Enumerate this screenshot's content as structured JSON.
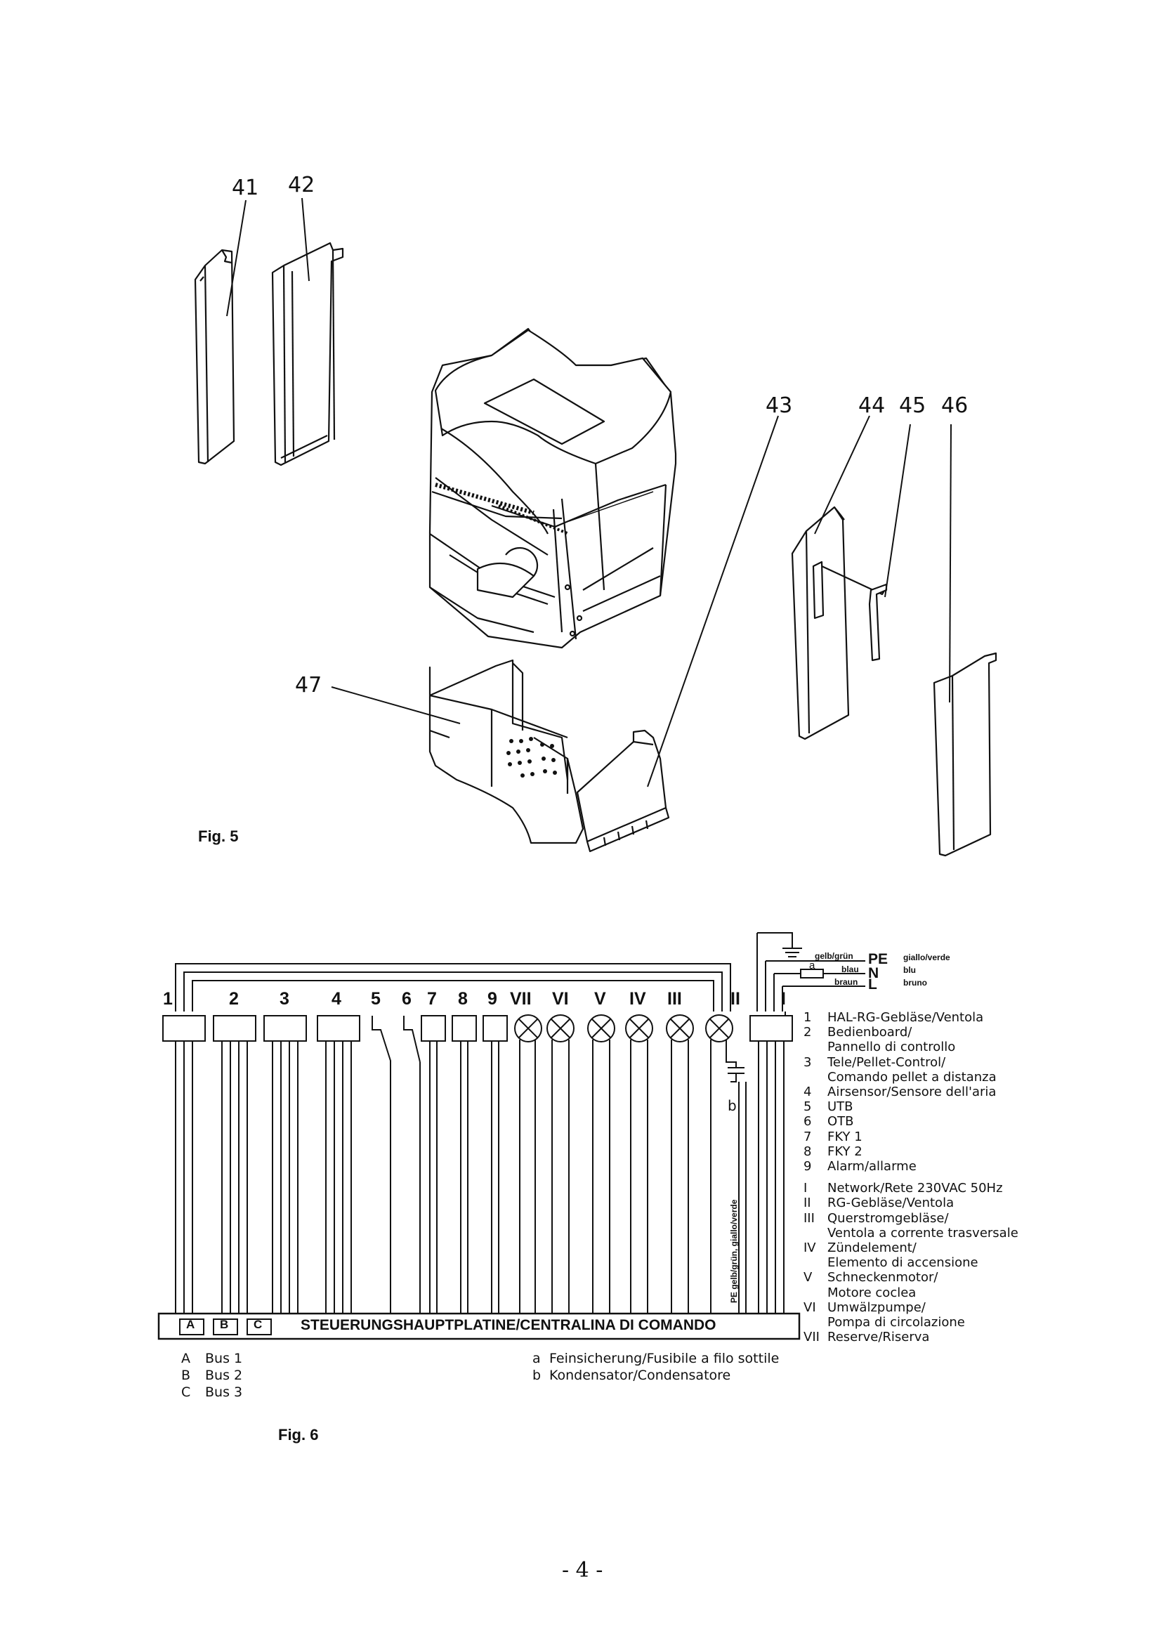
{
  "fig5": {
    "label": "Fig. 5",
    "callouts": [
      "41",
      "42",
      "43",
      "44",
      "45",
      "46",
      "47"
    ]
  },
  "fig6": {
    "label": "Fig. 6",
    "terminals": [
      "1",
      "2",
      "3",
      "4",
      "5",
      "6",
      "7",
      "8",
      "9",
      "VII",
      "VI",
      "V",
      "IV",
      "III",
      "II",
      "I"
    ],
    "power": {
      "pe": {
        "de": "gelb/grün",
        "code": "PE",
        "it": "giallo/verde"
      },
      "n": {
        "de": "blau",
        "code": "N",
        "it": "blu"
      },
      "l": {
        "de": "braun",
        "code": "L",
        "it": "bruno"
      },
      "fuse_letter": "a",
      "cap_letter": "b",
      "pe_vertical": "PE gelb/grün, giallo/verde"
    },
    "board": {
      "title": "STEUERUNGSHAUPTPLATINE/CENTRALINA DI COMANDO",
      "connectors": [
        "A",
        "B",
        "C"
      ]
    },
    "legend": [
      {
        "key": "1",
        "text": "HAL-RG-Gebläse/Ventola"
      },
      {
        "key": "2",
        "text": "Bedienboard/"
      },
      {
        "key": "",
        "text": "Pannello di controllo"
      },
      {
        "key": "3",
        "text": "Tele/Pellet-Control/"
      },
      {
        "key": "",
        "text": "Comando pellet a distanza"
      },
      {
        "key": "4",
        "text": "Airsensor/Sensore dell'aria"
      },
      {
        "key": "5",
        "text": "UTB"
      },
      {
        "key": "6",
        "text": "OTB"
      },
      {
        "key": "7",
        "text": "FKY 1"
      },
      {
        "key": "8",
        "text": "FKY 2"
      },
      {
        "key": "9",
        "text": "Alarm/allarme"
      },
      {
        "key": "I",
        "text": "Network/Rete 230VAC 50Hz"
      },
      {
        "key": "II",
        "text": "RG-Gebläse/Ventola"
      },
      {
        "key": "III",
        "text": "Querstromgebläse/"
      },
      {
        "key": "",
        "text": "Ventola a corrente trasversale"
      },
      {
        "key": "IV",
        "text": "Zündelement/"
      },
      {
        "key": "",
        "text": "Elemento di accensione"
      },
      {
        "key": "V",
        "text": "Schneckenmotor/"
      },
      {
        "key": "",
        "text": "Motore coclea"
      },
      {
        "key": "VI",
        "text": "Umwälzpumpe/"
      },
      {
        "key": "",
        "text": "Pompa di circolazione"
      },
      {
        "key": "VII",
        "text": "Reserve/Riserva"
      }
    ],
    "bus": [
      {
        "key": "A",
        "text": "Bus 1"
      },
      {
        "key": "B",
        "text": "Bus 2"
      },
      {
        "key": "C",
        "text": "Bus 3"
      }
    ],
    "notes": [
      {
        "key": "a",
        "text": "Feinsicherung/Fusibile a filo sottile"
      },
      {
        "key": "b",
        "text": "Kondensator/Condensatore"
      }
    ]
  },
  "page_number": "- 4 -"
}
